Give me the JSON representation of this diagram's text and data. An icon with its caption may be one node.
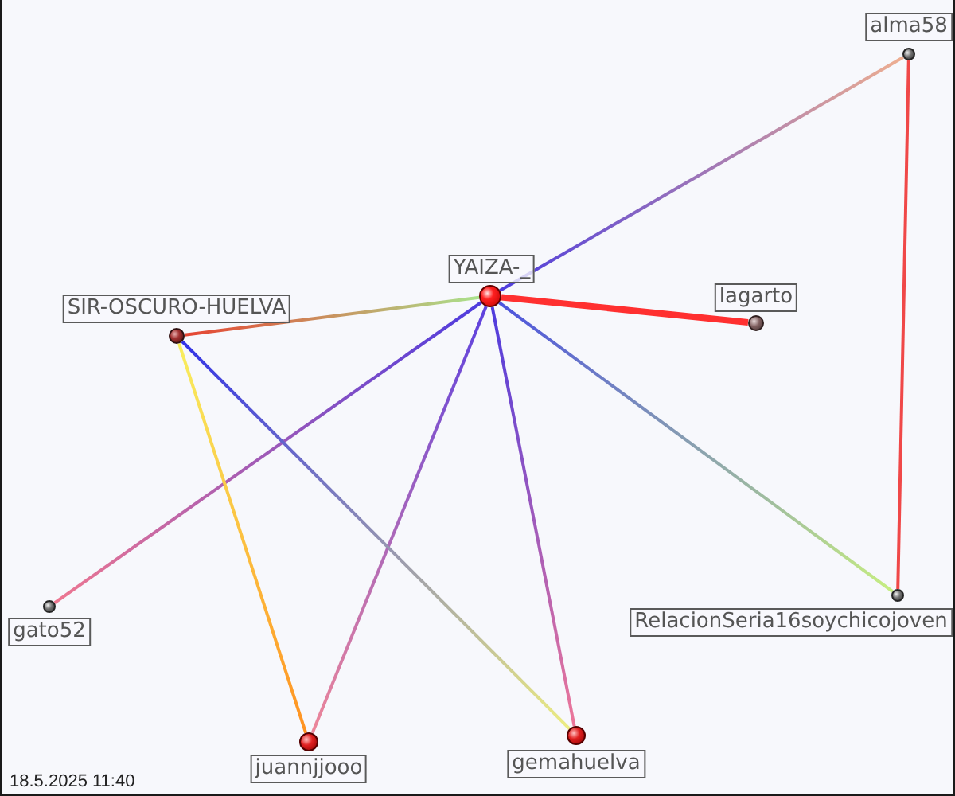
{
  "diagram": {
    "nodes": [
      {
        "text": [],
        "shape": "circle",
        "beside": [
          "alma58"
        ]
      },
      {
        "text": [],
        "shape": "circle",
        "beside": [
          "YAIZA-_"
        ]
      },
      {
        "text": [],
        "shape": "circle",
        "beside": [
          "lagarto"
        ]
      },
      {
        "text": [],
        "shape": "circle",
        "beside": [
          "SIR-OSCURO-HUELVA"
        ]
      },
      {
        "text": [],
        "shape": "circle",
        "beside": [
          "RelacionSeria16soychicojoven"
        ]
      },
      {
        "text": [],
        "shape": "circle",
        "beside": [
          "gato52"
        ]
      },
      {
        "text": [],
        "shape": "circle",
        "beside": [
          "gemahuelva"
        ]
      },
      {
        "text": [],
        "shape": "circle",
        "beside": [
          "juannjjooo"
        ]
      }
    ],
    "edges": [
      {
        "from": 1,
        "to": 0,
        "arrow": "none",
        "color": "#4a3ae0"
      },
      {
        "from": 1,
        "to": 2,
        "arrow": "none",
        "style": "thick",
        "color": "#ff3030"
      },
      {
        "from": 3,
        "to": 1,
        "arrow": "none",
        "color": "#e84030"
      },
      {
        "from": 1,
        "to": 5,
        "arrow": "none",
        "color": "#4a3ae0"
      },
      {
        "from": 1,
        "to": 7,
        "arrow": "none",
        "color": "#5a40e0"
      },
      {
        "from": 1,
        "to": 6,
        "arrow": "none",
        "color": "#4a3ae0"
      },
      {
        "from": 1,
        "to": 4,
        "arrow": "none",
        "color": "#4a50e0"
      },
      {
        "from": 3,
        "to": 6,
        "arrow": "none",
        "color": "#3030e8"
      },
      {
        "from": 3,
        "to": 7,
        "arrow": "none",
        "color": "#f8f060"
      },
      {
        "from": 0,
        "to": 4,
        "arrow": "none",
        "color": "#f04848"
      }
    ],
    "labels": [
      "18.5.2025 11:40"
    ]
  }
}
